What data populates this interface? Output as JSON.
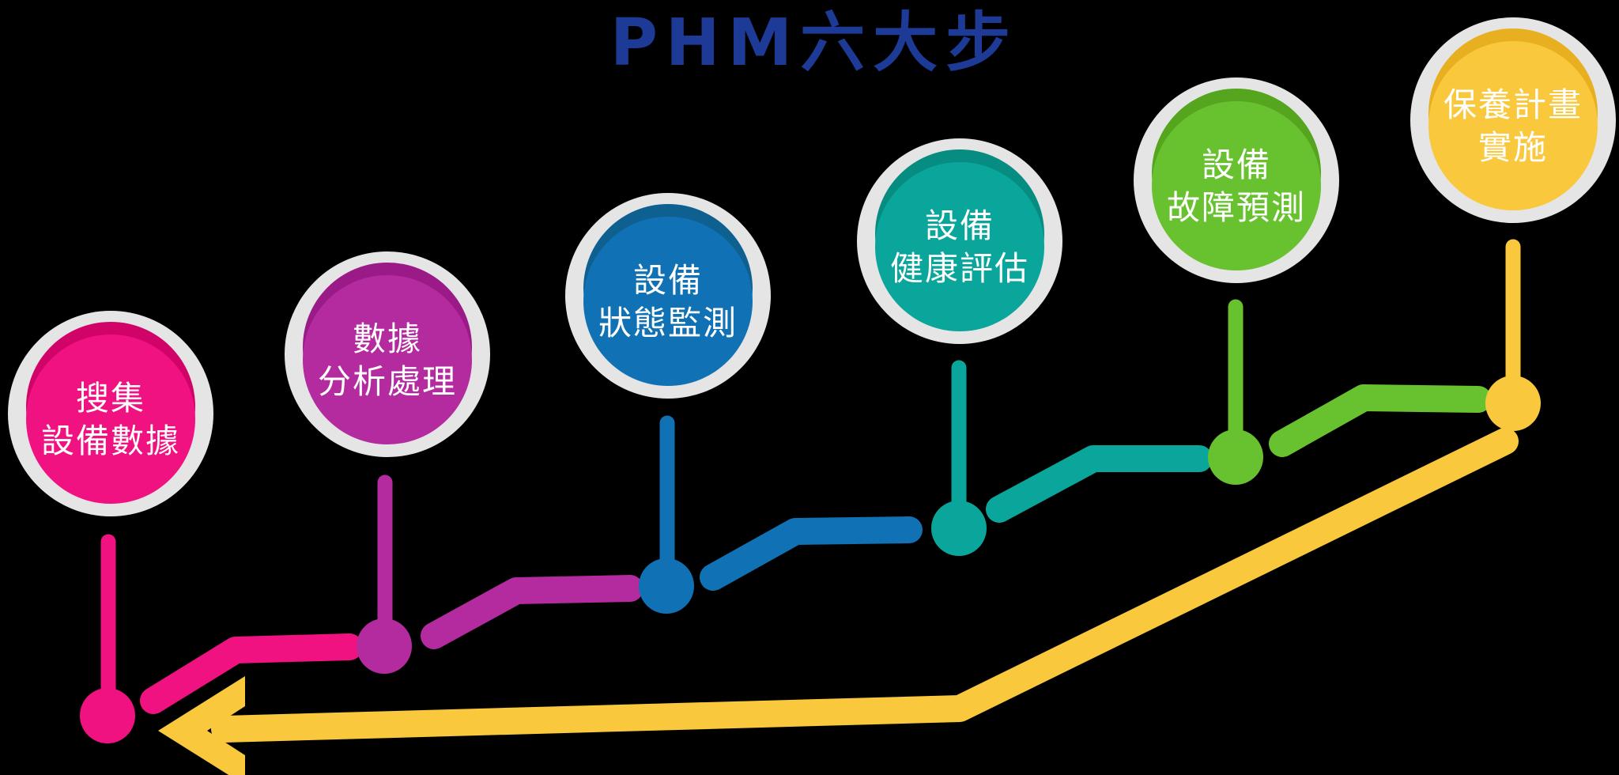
{
  "title": {
    "text": "PHM六大步",
    "color": "#1d3a97"
  },
  "ui": {
    "background": "#000000",
    "ring_color": "#e6e5e5",
    "label_color": "#ffffff"
  },
  "steps": [
    {
      "line1": "搜集",
      "line2": "設備數據",
      "color": "#f01280",
      "dark": "#d10368"
    },
    {
      "line1": "數據",
      "line2": "分析處理",
      "color": "#b42ba0",
      "dark": "#9a1b88"
    },
    {
      "line1": "設備",
      "line2": "狀態監測",
      "color": "#1072b5",
      "dark": "#0d608f"
    },
    {
      "line1": "設備",
      "line2": "健康評估",
      "color": "#0aa69b",
      "dark": "#078c82"
    },
    {
      "line1": "設備",
      "line2": "故障預測",
      "color": "#68c22f",
      "dark": "#55a51e"
    },
    {
      "line1": "保養計畫",
      "line2": "實施",
      "color": "#f9c83c",
      "dark": "#e8b020"
    }
  ]
}
